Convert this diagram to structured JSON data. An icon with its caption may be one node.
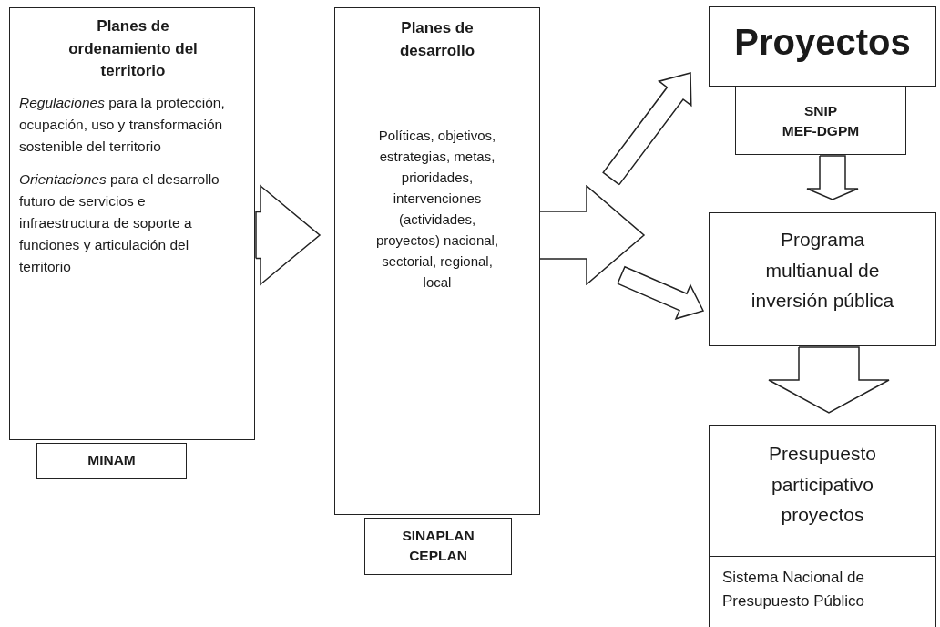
{
  "diagram": {
    "nodes": [
      {
        "text": [
          "Planes de ordenamiento del territorio",
          "*Regulaciones* para la protección, ocupación, uso y transformación sostenible del territorio",
          "*Orientaciones* para el desarrollo futuro de servicios e infraestructura de soporte a funciones y articulación del territorio"
        ]
      },
      {
        "text": [
          "MINAM"
        ]
      },
      {
        "text": [
          "Planes de desarrollo",
          "Políticas, objetivos, estrategias, metas, prioridades, intervenciones (actividades, proyectos) nacional, sectorial, regional, local"
        ]
      },
      {
        "text": [
          "SINAPLAN CEPLAN"
        ]
      },
      {
        "text": [
          "Proyectos"
        ]
      },
      {
        "text": [
          "SNIP MEF-DGPM"
        ]
      },
      {
        "text": [
          "Programa multianual de inversión pública"
        ]
      },
      {
        "text": [
          "Presupuesto participativo proyectos"
        ]
      },
      {
        "text": [
          "Sistema Nacional de Presupuesto Público"
        ]
      },
      {
        "text": [],
        "shape": "arrow"
      }
    ],
    "edges": [
      {
        "from": 0,
        "to": 2,
        "arrow": "to"
      },
      {
        "from": 9,
        "to": 4,
        "arrow": "to"
      },
      {
        "from": 9,
        "to": 6,
        "arrow": "to"
      },
      {
        "from": 5,
        "to": 6,
        "arrow": "to"
      },
      {
        "from": 6,
        "to": 7,
        "arrow": "to"
      }
    ]
  }
}
